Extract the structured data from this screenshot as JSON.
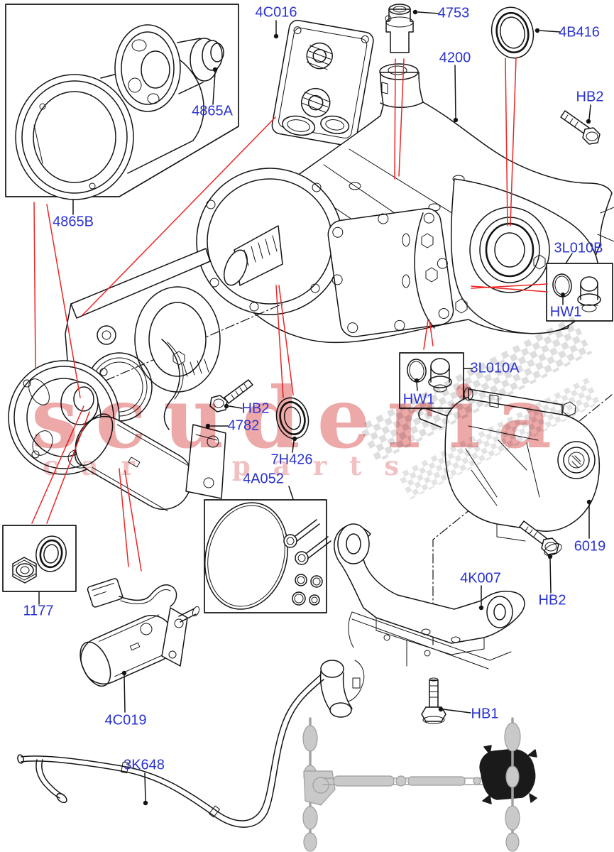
{
  "diagram": {
    "kind": "exploded-parts-diagram",
    "subject": "rear axle differential assembly"
  },
  "colors": {
    "label_blue": "#2a32d0",
    "line_black": "#141414",
    "leader_red": "#ee2424",
    "watermark_pink": "#eda8a8",
    "schematic_gray": "#a2a2a2"
  },
  "watermark": {
    "brand_top": "scuderia",
    "brand_bottom": "car parts"
  },
  "labels": [
    {
      "id": "4C016",
      "text": "4C016"
    },
    {
      "id": "4753",
      "text": "4753"
    },
    {
      "id": "4B416",
      "text": "4B416"
    },
    {
      "id": "4200",
      "text": "4200"
    },
    {
      "id": "HB2-top",
      "text": "HB2"
    },
    {
      "id": "4865A",
      "text": "4865A"
    },
    {
      "id": "4865B",
      "text": "4865B"
    },
    {
      "id": "3L010B",
      "text": "3L010B"
    },
    {
      "id": "HW1-b",
      "text": "HW1"
    },
    {
      "id": "3L010A",
      "text": "3L010A"
    },
    {
      "id": "HW1-a",
      "text": "HW1"
    },
    {
      "id": "HB2-mid",
      "text": "HB2"
    },
    {
      "id": "4782",
      "text": "4782"
    },
    {
      "id": "7H426",
      "text": "7H426"
    },
    {
      "id": "4A052",
      "text": "4A052"
    },
    {
      "id": "6019",
      "text": "6019"
    },
    {
      "id": "4K007",
      "text": "4K007"
    },
    {
      "id": "HB2-br",
      "text": "HB2"
    },
    {
      "id": "1177",
      "text": "1177"
    },
    {
      "id": "HB1",
      "text": "HB1"
    },
    {
      "id": "4C019",
      "text": "4C019"
    },
    {
      "id": "3K648",
      "text": "3K648"
    }
  ]
}
